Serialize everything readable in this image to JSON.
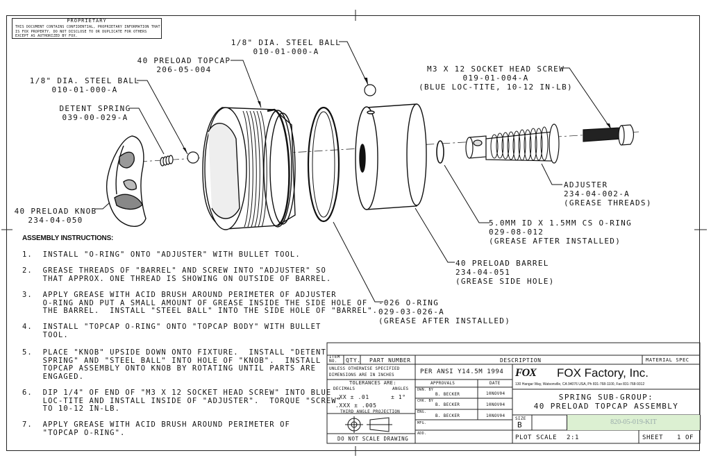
{
  "proprietary": {
    "header": "PROPRIETARY",
    "body": "THIS DOCUMENT CONTAINS CONFIDENTIAL, PROPRIETARY INFORMATION THAT IS FOX PROPERTY. DO NOT DISCLOSE TO OR DUPLICATE FOR OTHERS EXCEPT AS AUTHORIZED BY FOX."
  },
  "callouts": {
    "ball_top": {
      "line1": "1/8\" DIA. STEEL BALL",
      "line2": "010-01-000-A"
    },
    "topcap": {
      "line1": "40 PRELOAD TOPCAP",
      "line2": "206-05-004"
    },
    "ball_left": {
      "line1": "1/8\" DIA. STEEL BALL",
      "line2": "010-01-000-A"
    },
    "detent": {
      "line1": "DETENT SPRING",
      "line2": "039-00-029-A"
    },
    "knob": {
      "line1": "40 PRELOAD KNOB",
      "line2": "234-04-050"
    },
    "screw": {
      "line1": "M3 X 12 SOCKET HEAD SCREW",
      "line2": "019-01-004-A",
      "line3": "(BLUE LOC-TITE, 10-12 IN-LB)"
    },
    "adjuster": {
      "line1": "ADJUSTER",
      "line2": "234-04-002-A",
      "line3": "(GREASE THREADS)"
    },
    "oring_small": {
      "line1": "5.0MM ID X 1.5MM CS O-RING",
      "line2": "029-08-012",
      "line3": "(GREASE AFTER INSTALLED)"
    },
    "barrel": {
      "line1": "40 PRELOAD BARREL",
      "line2": "234-04-051",
      "line3": "(GREASE SIDE HOLE)"
    },
    "oring_026": {
      "line1": "-026 O-RING",
      "line2": "029-03-026-A",
      "line3": "(GREASE AFTER INSTALLED)"
    }
  },
  "instructions": {
    "heading": "ASSEMBLY INSTRUCTIONS:",
    "steps": [
      "1.  INSTALL \"O-RING\" ONTO \"ADJUSTER\" WITH BULLET TOOL.",
      "2.  GREASE THREADS OF \"BARREL\" AND SCREW INTO \"ADJUSTER\" SO\n    THAT APPROX. ONE THREAD IS SHOWING ON OUTSIDE OF BARREL.",
      "3.  APPLY GREASE WITH ACID BRUSH AROUND PERIMETER OF ADJUSTER\n    O-RING AND PUT A SMALL AMOUNT OF GREASE INSIDE THE SIDE HOLE OF\n    THE BARREL.  INSTALL \"STEEL BALL\" INTO THE SIDE HOLE OF \"BARREL\".",
      "4.  INSTALL \"TOPCAP O-RING\" ONTO \"TOPCAP BODY\" WITH BULLET\n    TOOL.",
      "5.  PLACE \"KNOB\" UPSIDE DOWN ONTO FIXTURE.  INSTALL \"DETENT\n    SPRING\" AND \"STEEL BALL\" INTO HOLE OF \"KNOB\".  INSTALL\n    TOPCAP ASSEMBLY ONTO KNOB BY ROTATING UNTIL PARTS ARE\n    ENGAGED.",
      "6.  DIP 1/4\" OF END OF \"M3 X 12 SOCKET HEAD SCREW\" INTO BLUE\n    LOC-TITE AND INSTALL INSIDE OF \"ADJUSTER\".  TORQUE \"SCREW\"\n    TO 10-12 IN-LB.",
      "7.  APPLY GREASE WITH ACID BRUSH AROUND PERIMETER OF\n    \"TOPCAP O-RING\"."
    ]
  },
  "title_block": {
    "item_no": "ITEM NO.",
    "qty": "QTY.",
    "part_number": "PART NUMBER",
    "description": "DESCRIPTION",
    "material_spec": "MATERIAL SPEC",
    "unless": "UNLESS OTHERWISE SPECIFIED",
    "dims": "DIMENSIONS ARE IN INCHES",
    "per_ansi": "PER ANSI Y14.5M 1994",
    "tolerances": "TOLERANCES ARE:",
    "decimals": "DECIMALS",
    "angles": "ANGLES",
    "xx": ".XX ± .01",
    "xxx": ".XXX ± .005",
    "angle_tol": "± 1°",
    "third_angle": "THIRD ANGLE PROJECTION",
    "do_not_scale": "DO NOT SCALE DRAWING",
    "approvals": "APPROVALS",
    "date": "DATE",
    "dwn_by": "DWN. BY",
    "chk_by": "CHK. BY",
    "eng": "ENG.",
    "mfg": "MFG.",
    "add": "ADD.",
    "name1": "B. BECKER",
    "name2": "B. BECKER",
    "name3": "B. BECKER",
    "date1": "10NOV04",
    "date2": "10NOV04",
    "date3": "10NOV04",
    "logo": "FOX",
    "company": "FOX Factory, Inc.",
    "address": "130 Hangar Way, Watsonville, CA 94076 USA, Ph 831-768-1100, Fax 831-768-9312",
    "title1": "SPRING SUB-GROUP:",
    "title2": "40 PRELOAD TOPCAP ASSEMBLY",
    "size_label": "SIZE",
    "size": "B",
    "part_no": "820-05-019-KIT",
    "plot_scale": "PLOT SCALE",
    "scale": "2:1",
    "sheet": "SHEET",
    "sheet_of": "1 OF"
  }
}
